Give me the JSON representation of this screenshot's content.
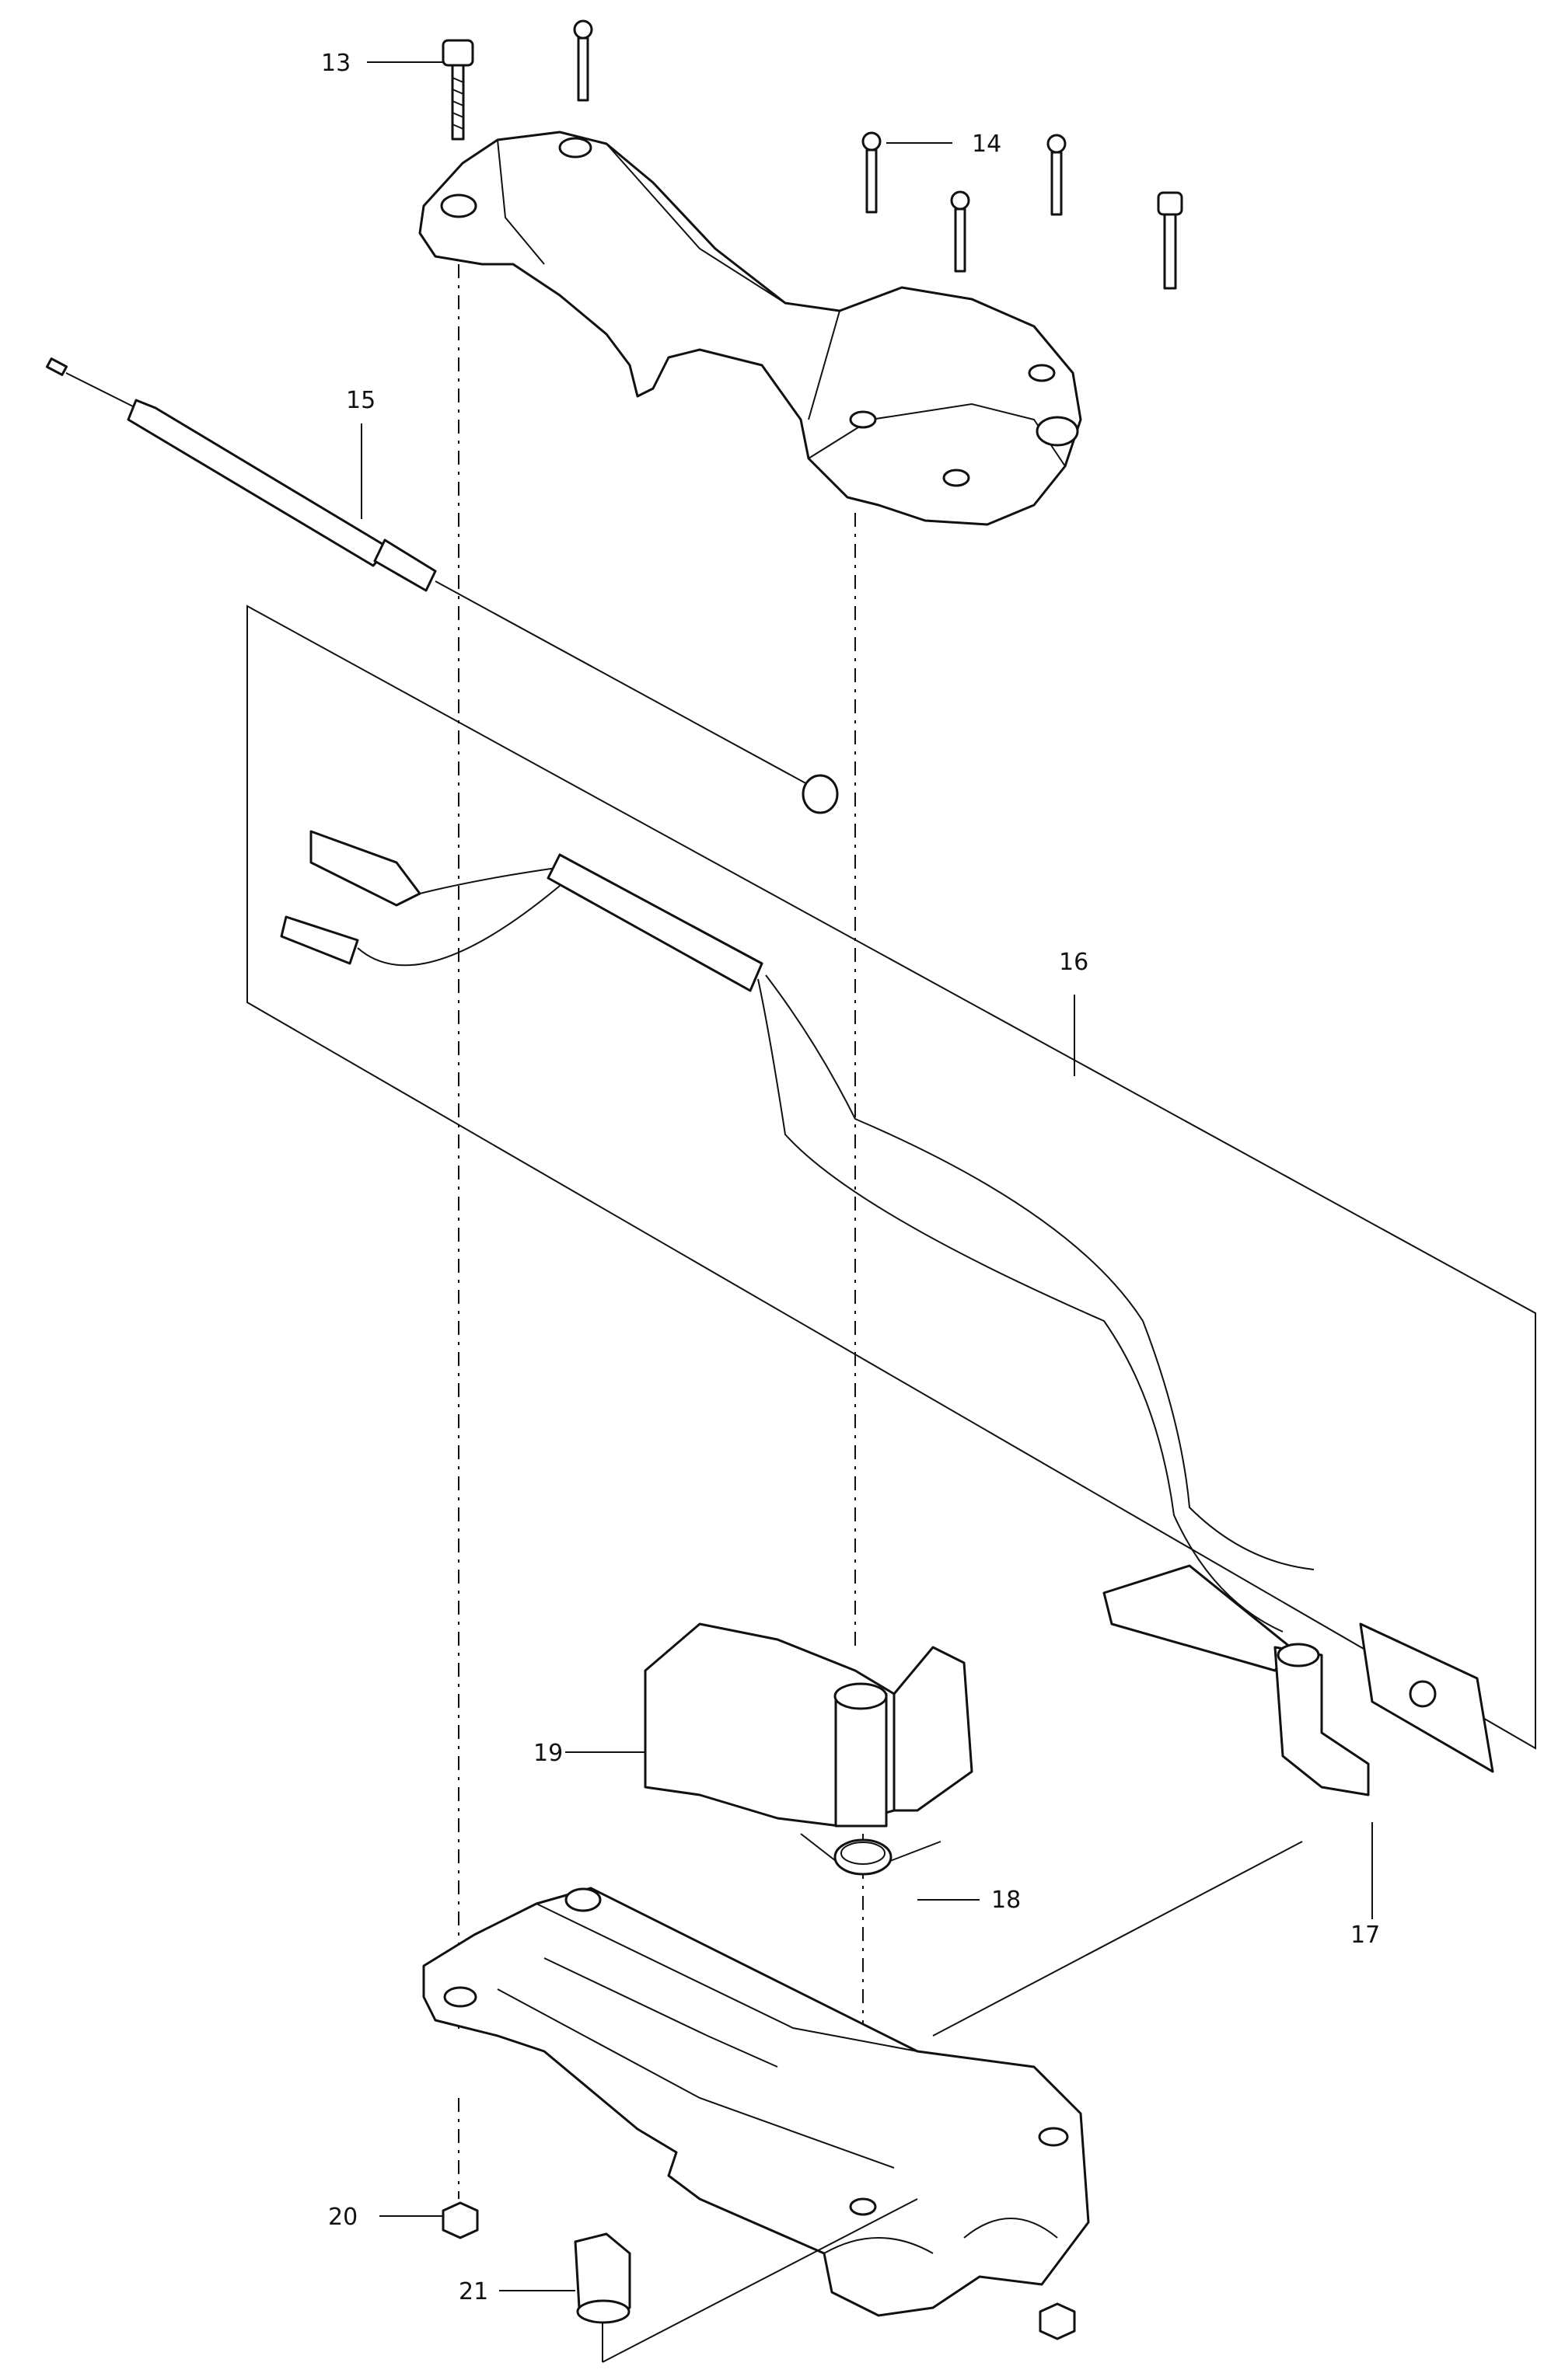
{
  "labels": {
    "p13": "13",
    "p14": "14",
    "p15": "15",
    "p16": "16",
    "p17": "17",
    "p18": "18",
    "p19": "19",
    "p20": "20",
    "p21": "21"
  }
}
